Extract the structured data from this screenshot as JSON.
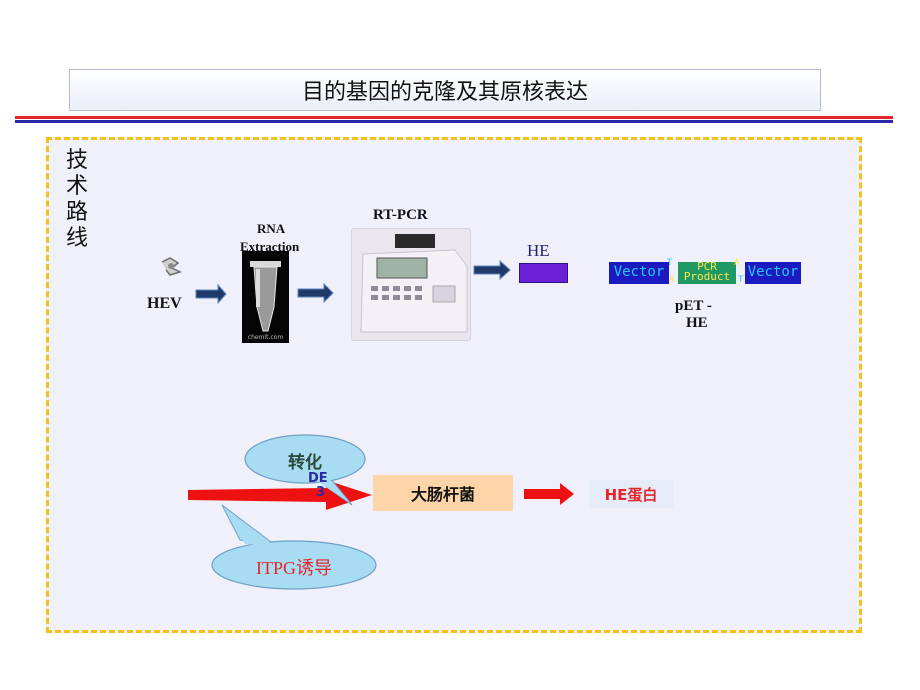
{
  "title": "目的基因的克隆及其原核表达",
  "section_label": "技术路线",
  "workflow": {
    "hev_label": "HEV",
    "rna_extraction_label_line1": "RNA",
    "rna_extraction_label_line2": "Extraction",
    "tube_caption": "chemlt.com",
    "rt_pcr_label": "RT-PCR",
    "he_label": "HE",
    "vector_left": "Vector",
    "vector_right": "Vector",
    "pcr_product_line1": "PCR",
    "pcr_product_line2": "Product",
    "t_mark": "T",
    "a_mark": "A",
    "plasmid_label_line1": "pET -",
    "plasmid_label_line2": "HE"
  },
  "expression": {
    "transform_label": "转化",
    "de3_line1": "DE",
    "de3_line2": "3",
    "host_label": "大肠杆菌",
    "protein_label": "HE蛋白",
    "induction_label": "ITPG诱导"
  },
  "colors": {
    "panel_border": "#f2c218",
    "rule_red": "#e4262c",
    "rule_blue": "#2a2aa8",
    "arrow_navy": "#1f3a68",
    "arrow_red": "#ee1111",
    "bubble": "#a8dcf2"
  }
}
